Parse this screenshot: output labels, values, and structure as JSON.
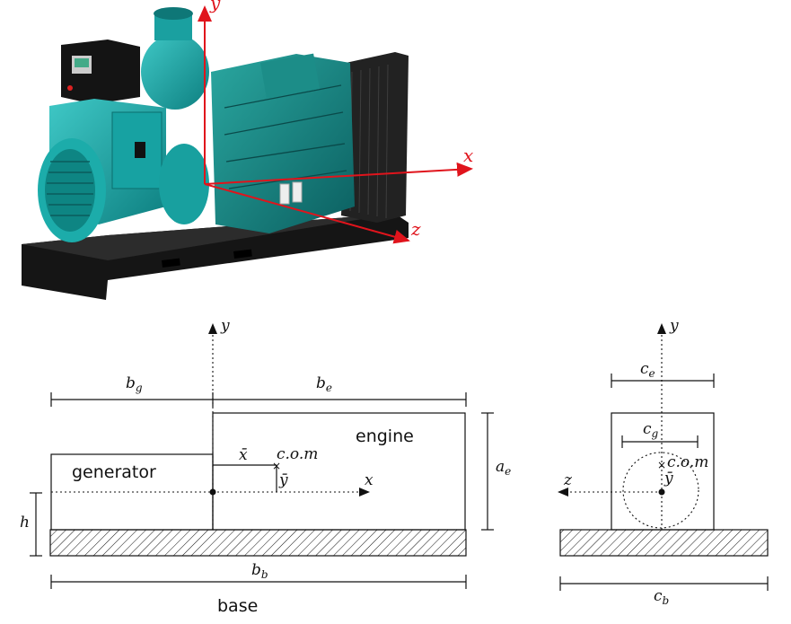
{
  "photo": {
    "axis_labels": {
      "y": "y",
      "x": "x",
      "z": "z"
    },
    "colors": {
      "axis": "#e0141c",
      "generator_body": "#1aa8a8",
      "base": "#151515"
    }
  },
  "side_view": {
    "axis_y": "y",
    "axis_x": "x",
    "dim_bg": {
      "base": "b",
      "sub": "g"
    },
    "dim_be": {
      "base": "b",
      "sub": "e"
    },
    "dim_ae": {
      "base": "a",
      "sub": "e"
    },
    "dim_h": "h",
    "dim_bb": {
      "base": "b",
      "sub": "b"
    },
    "label_engine": "engine",
    "label_generator": "generator",
    "label_base": "base",
    "label_com": "c.o.m",
    "label_xbar": "x̄",
    "label_ybar": "ȳ"
  },
  "end_view": {
    "axis_y": "y",
    "axis_z": "z",
    "dim_ce": {
      "base": "c",
      "sub": "e"
    },
    "dim_cg": {
      "base": "c",
      "sub": "g"
    },
    "dim_cb": {
      "base": "c",
      "sub": "b"
    },
    "label_com": "c.o.m",
    "label_ybar": "ȳ"
  }
}
